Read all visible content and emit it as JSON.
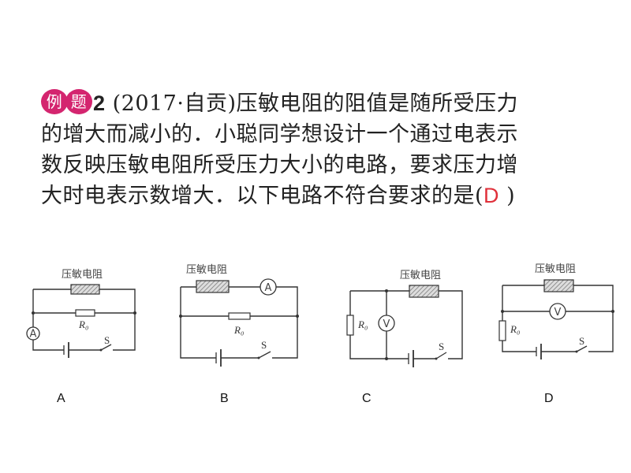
{
  "question": {
    "badge": [
      "例",
      "题"
    ],
    "number": "2",
    "lines": [
      " (2017·自贡)压敏电阻的阻值是随所受压力",
      "的增大而减小的．小聪同学想设计一个通过电表示",
      "数反映压敏电阻所受压力大小的电路，要求压力增",
      "大时电表示数增大．以下电路不符合要求的是("
    ],
    "answer": "D",
    "close": " )"
  },
  "circuits": [
    {
      "option": "A",
      "sensor_label": "压敏电阻",
      "resistor_label": "R₀",
      "meter": "A",
      "switch": "S"
    },
    {
      "option": "B",
      "sensor_label": "压敏电阻",
      "resistor_label": "R₀",
      "meter": "A",
      "switch": "S"
    },
    {
      "option": "C",
      "sensor_label": "压敏电阻",
      "resistor_label": "R₀",
      "meter": "V",
      "switch": "S"
    },
    {
      "option": "D",
      "sensor_label": "压敏电阻",
      "resistor_label": "R₀",
      "meter": "V",
      "switch": "S"
    }
  ]
}
